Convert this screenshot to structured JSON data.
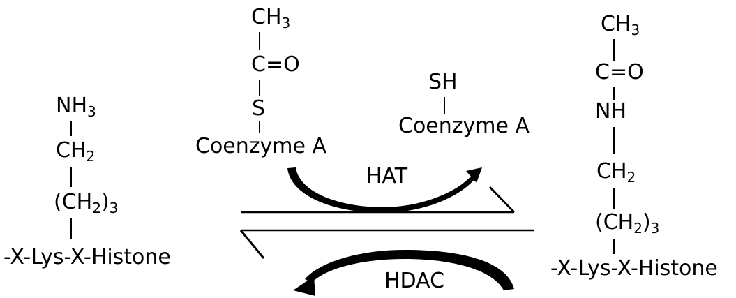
{
  "left_molecule": {
    "group_base": "NH",
    "group_sub": "3",
    "ch2_base": "CH",
    "ch2_sub": "2",
    "chain_open": "(CH",
    "chain_sub": "2",
    "chain_close": ")",
    "chain_count": "3",
    "backbone": "-X-Lys-X-Histone"
  },
  "acetyl_coa": {
    "methyl_base": "CH",
    "methyl_sub": "3",
    "carbonyl": "C=O",
    "sulfur": "S",
    "name": "Coenzyme A"
  },
  "free_coa": {
    "thiol": "SH",
    "name": "Coenzyme A"
  },
  "right_molecule": {
    "methyl_base": "CH",
    "methyl_sub": "3",
    "carbonyl": "C=O",
    "amide": "NH",
    "ch2_base": "CH",
    "ch2_sub": "2",
    "chain_open": "(CH",
    "chain_sub": "2",
    "chain_close": ")",
    "chain_count": "3",
    "backbone": "-X-Lys-X-Histone"
  },
  "enzymes": {
    "forward": "HAT",
    "reverse": "HDAC"
  },
  "colors": {
    "ink": "#000000",
    "background": "#ffffff"
  }
}
